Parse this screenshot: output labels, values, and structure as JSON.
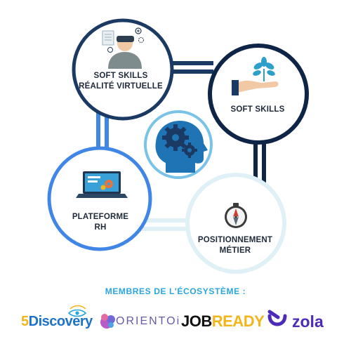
{
  "nodes": {
    "vr": {
      "line1": "SOFT SKILLS",
      "line2": "RÉALITÉ VIRTUELLE",
      "icon": "vr-headset-user-icon"
    },
    "soft_skills": {
      "label": "SOFT SKILLS",
      "icon": "hand-plant-icon"
    },
    "center": {
      "icon": "head-gears-icon"
    },
    "rh": {
      "line1": "PLATEFORME",
      "line2": "RH",
      "icon": "laptop-gears-icon"
    },
    "positioning": {
      "line1": "POSITIONNEMENT",
      "line2": "MÉTIER",
      "icon": "compass-icon"
    }
  },
  "ecosystem": {
    "title": "MEMBRES DE L'ÉCOSYSTÈME :",
    "logos": [
      {
        "name": "5Discovery",
        "prefix": "5",
        "rest": "Discovery"
      },
      {
        "name": "ORIENTOI",
        "text": "ORIENTOi"
      },
      {
        "name": "JOBREADY",
        "part1": "JOB",
        "part2": "READY"
      },
      {
        "name": "zola",
        "text": "zola"
      }
    ]
  },
  "colors": {
    "navy": "#1b3a63",
    "dark_navy": "#0f2547",
    "blue": "#3f86e6",
    "light_blue": "#dff0f6",
    "teal": "#2aa6dc",
    "yellow": "#f2b51b",
    "purple": "#4b2bb8"
  }
}
